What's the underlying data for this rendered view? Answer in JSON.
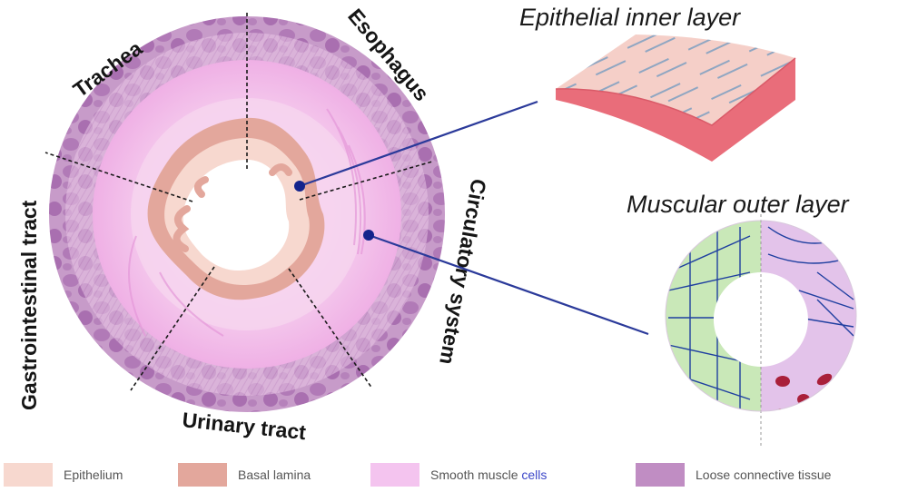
{
  "segments": [
    {
      "name": "Trachea"
    },
    {
      "name": "Esophagus"
    },
    {
      "name": "Gastrointestinal tract"
    },
    {
      "name": "Circulatory system"
    },
    {
      "name": "Urinary tract"
    }
  ],
  "panels": {
    "epithelial": {
      "title": "Epithelial inner layer"
    },
    "muscular": {
      "title": "Muscular outer layer"
    }
  },
  "legend": {
    "items": [
      {
        "label": "Epithelium",
        "color": "#f7d8cf"
      },
      {
        "label": "Basal lamina",
        "color": "#e3a79c"
      },
      {
        "label": "Smooth muscle",
        "label_suffix": "cells",
        "color": "#f4c4ef"
      },
      {
        "label": "Loose connective tissue",
        "color": "#c08dc3"
      }
    ]
  },
  "colors": {
    "connector": "#2b3a9a",
    "pointer_dot": "#13238c",
    "muscle_pink": "#f0b3e6",
    "connective_purple": "#b586bb",
    "lamina": "#e3a79c",
    "epithelium": "#f7d8cf",
    "green_fibers": "#c9e8b8",
    "fiber_blue": "#1f3fa0",
    "blood_red": "#a9203a"
  }
}
